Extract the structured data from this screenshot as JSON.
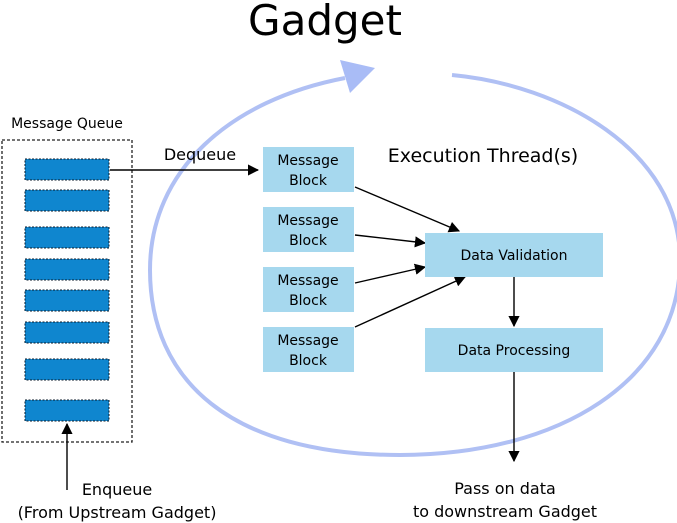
{
  "title": "Gadget",
  "message_queue": {
    "label": "Message Queue",
    "item_count": 8
  },
  "dequeue_label": "Dequeue",
  "execution_thread_label": "Execution Thread(s)",
  "message_blocks": [
    {
      "line1": "Message",
      "line2": "Block"
    },
    {
      "line1": "Message",
      "line2": "Block"
    },
    {
      "line1": "Message",
      "line2": "Block"
    },
    {
      "line1": "Message",
      "line2": "Block"
    }
  ],
  "data_validation_label": "Data Validation",
  "data_processing_label": "Data Processing",
  "enqueue": {
    "line1": "Enqueue",
    "line2": "(From Upstream Gadget)"
  },
  "pass_on": {
    "line1": "Pass on data",
    "line2": "to downstream Gadget"
  },
  "colors": {
    "block_fill": "#a6d8ee",
    "queue_item_fill": "#0f86cf",
    "cycle_stroke": "#b0c0f4",
    "cycle_arrow": "#a9bcf6"
  }
}
